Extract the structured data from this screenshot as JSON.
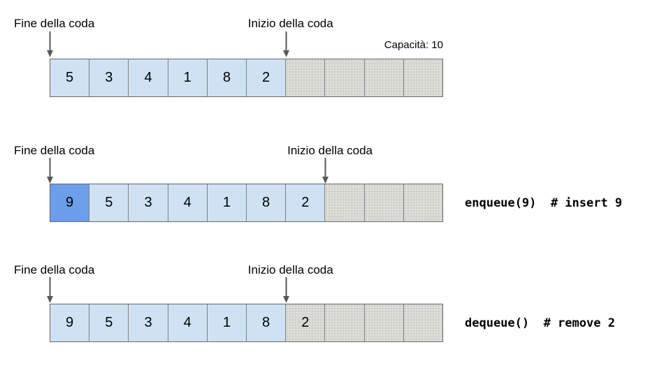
{
  "capacity_label": "Capacità: 10",
  "colors": {
    "cell_filled": "#cfe2f3",
    "cell_highlighted": "#6d9eeb",
    "cell_empty": "#dcdcd8",
    "cell_border": "#7f7f7f",
    "array_border": "#666666",
    "arrow": "#595959",
    "text": "#000000"
  },
  "rows": [
    {
      "state_name": "initial",
      "end_label": "Fine della coda",
      "start_label": "Inizio della coda",
      "end_pointer_index": 0,
      "start_pointer_index": 6,
      "annotation": "",
      "cells": [
        {
          "value": "5",
          "state": "filled"
        },
        {
          "value": "3",
          "state": "filled"
        },
        {
          "value": "4",
          "state": "filled"
        },
        {
          "value": "1",
          "state": "filled"
        },
        {
          "value": "8",
          "state": "filled"
        },
        {
          "value": "2",
          "state": "filled"
        },
        {
          "value": "",
          "state": "empty"
        },
        {
          "value": "",
          "state": "empty"
        },
        {
          "value": "",
          "state": "empty"
        },
        {
          "value": "",
          "state": "empty"
        }
      ]
    },
    {
      "state_name": "after-enqueue",
      "end_label": "Fine della coda",
      "start_label": "Inizio della coda",
      "end_pointer_index": 0,
      "start_pointer_index": 7,
      "annotation": "enqueue(9)  # insert 9",
      "cells": [
        {
          "value": "9",
          "state": "highlighted"
        },
        {
          "value": "5",
          "state": "filled"
        },
        {
          "value": "3",
          "state": "filled"
        },
        {
          "value": "4",
          "state": "filled"
        },
        {
          "value": "1",
          "state": "filled"
        },
        {
          "value": "8",
          "state": "filled"
        },
        {
          "value": "2",
          "state": "filled"
        },
        {
          "value": "",
          "state": "empty"
        },
        {
          "value": "",
          "state": "empty"
        },
        {
          "value": "",
          "state": "empty"
        }
      ]
    },
    {
      "state_name": "after-dequeue",
      "end_label": "Fine della coda",
      "start_label": "Inizio della coda",
      "end_pointer_index": 0,
      "start_pointer_index": 6,
      "annotation": "dequeue()  # remove 2",
      "cells": [
        {
          "value": "9",
          "state": "filled"
        },
        {
          "value": "5",
          "state": "filled"
        },
        {
          "value": "3",
          "state": "filled"
        },
        {
          "value": "4",
          "state": "filled"
        },
        {
          "value": "1",
          "state": "filled"
        },
        {
          "value": "8",
          "state": "filled"
        },
        {
          "value": "2",
          "state": "removed"
        },
        {
          "value": "",
          "state": "empty"
        },
        {
          "value": "",
          "state": "empty"
        },
        {
          "value": "",
          "state": "empty"
        }
      ]
    }
  ]
}
